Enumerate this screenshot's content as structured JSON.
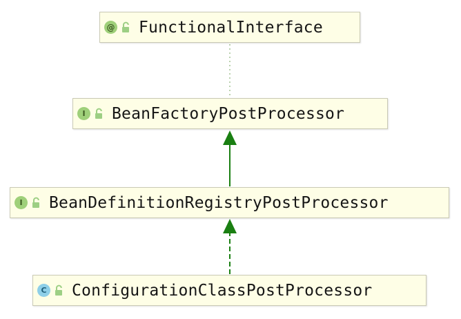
{
  "nodes": [
    {
      "label": "FunctionalInterface",
      "badge": "@",
      "kind": "annotation"
    },
    {
      "label": "BeanFactoryPostProcessor",
      "badge": "I",
      "kind": "interface"
    },
    {
      "label": "BeanDefinitionRegistryPostProcessor",
      "badge": "I",
      "kind": "interface"
    },
    {
      "label": "ConfigurationClassPostProcessor",
      "badge": "C",
      "kind": "class"
    }
  ],
  "edges": [
    {
      "from": "BeanFactoryPostProcessor",
      "to": "FunctionalInterface",
      "style": "dotted"
    },
    {
      "from": "BeanDefinitionRegistryPostProcessor",
      "to": "BeanFactoryPostProcessor",
      "style": "solid"
    },
    {
      "from": "ConfigurationClassPostProcessor",
      "to": "BeanDefinitionRegistryPostProcessor",
      "style": "dashed"
    }
  ],
  "colors": {
    "node_fill": "#fefee6",
    "node_border": "#c9c9b4",
    "arrow": "#1a7f12",
    "annotation_link": "#a9c69a"
  }
}
